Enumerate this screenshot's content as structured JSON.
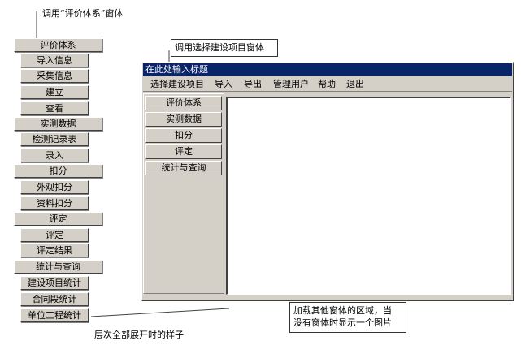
{
  "annotations": {
    "menu_window_note": "调用“评价体系”窗体",
    "select_project_note": "调用选择建设项目窗体",
    "expanded_note": "层次全部展开时的样子",
    "load_area_note_line1": "加载其他窗体的区域，当",
    "load_area_note_line2": "没有窗体时显示一个图片"
  },
  "menu_tree": {
    "groups": [
      {
        "label": "评价体系",
        "items": [
          "导入信息",
          "采集信息",
          "建立",
          "查看"
        ]
      },
      {
        "label": "实测数据",
        "items": [
          "检测记录表",
          "录入"
        ]
      },
      {
        "label": "扣分",
        "items": [
          "外观扣分",
          "资料扣分"
        ]
      },
      {
        "label": "评定",
        "items": [
          "评定",
          "评定结果"
        ]
      },
      {
        "label": "统计与查询",
        "items": [
          "建设项目统计",
          "合同段统计",
          "单位工程统计"
        ]
      }
    ]
  },
  "window": {
    "title": "在此处输入标题",
    "menubar": [
      "选择建设项目",
      "导入",
      "导出",
      "管理用户",
      "帮助",
      "退出"
    ],
    "side_buttons": [
      "评价体系",
      "实测数据",
      "扣分",
      "评定",
      "统计与查询"
    ]
  },
  "colors": {
    "titlebar": "#0a246a",
    "button_face": "#d4d0c8"
  }
}
